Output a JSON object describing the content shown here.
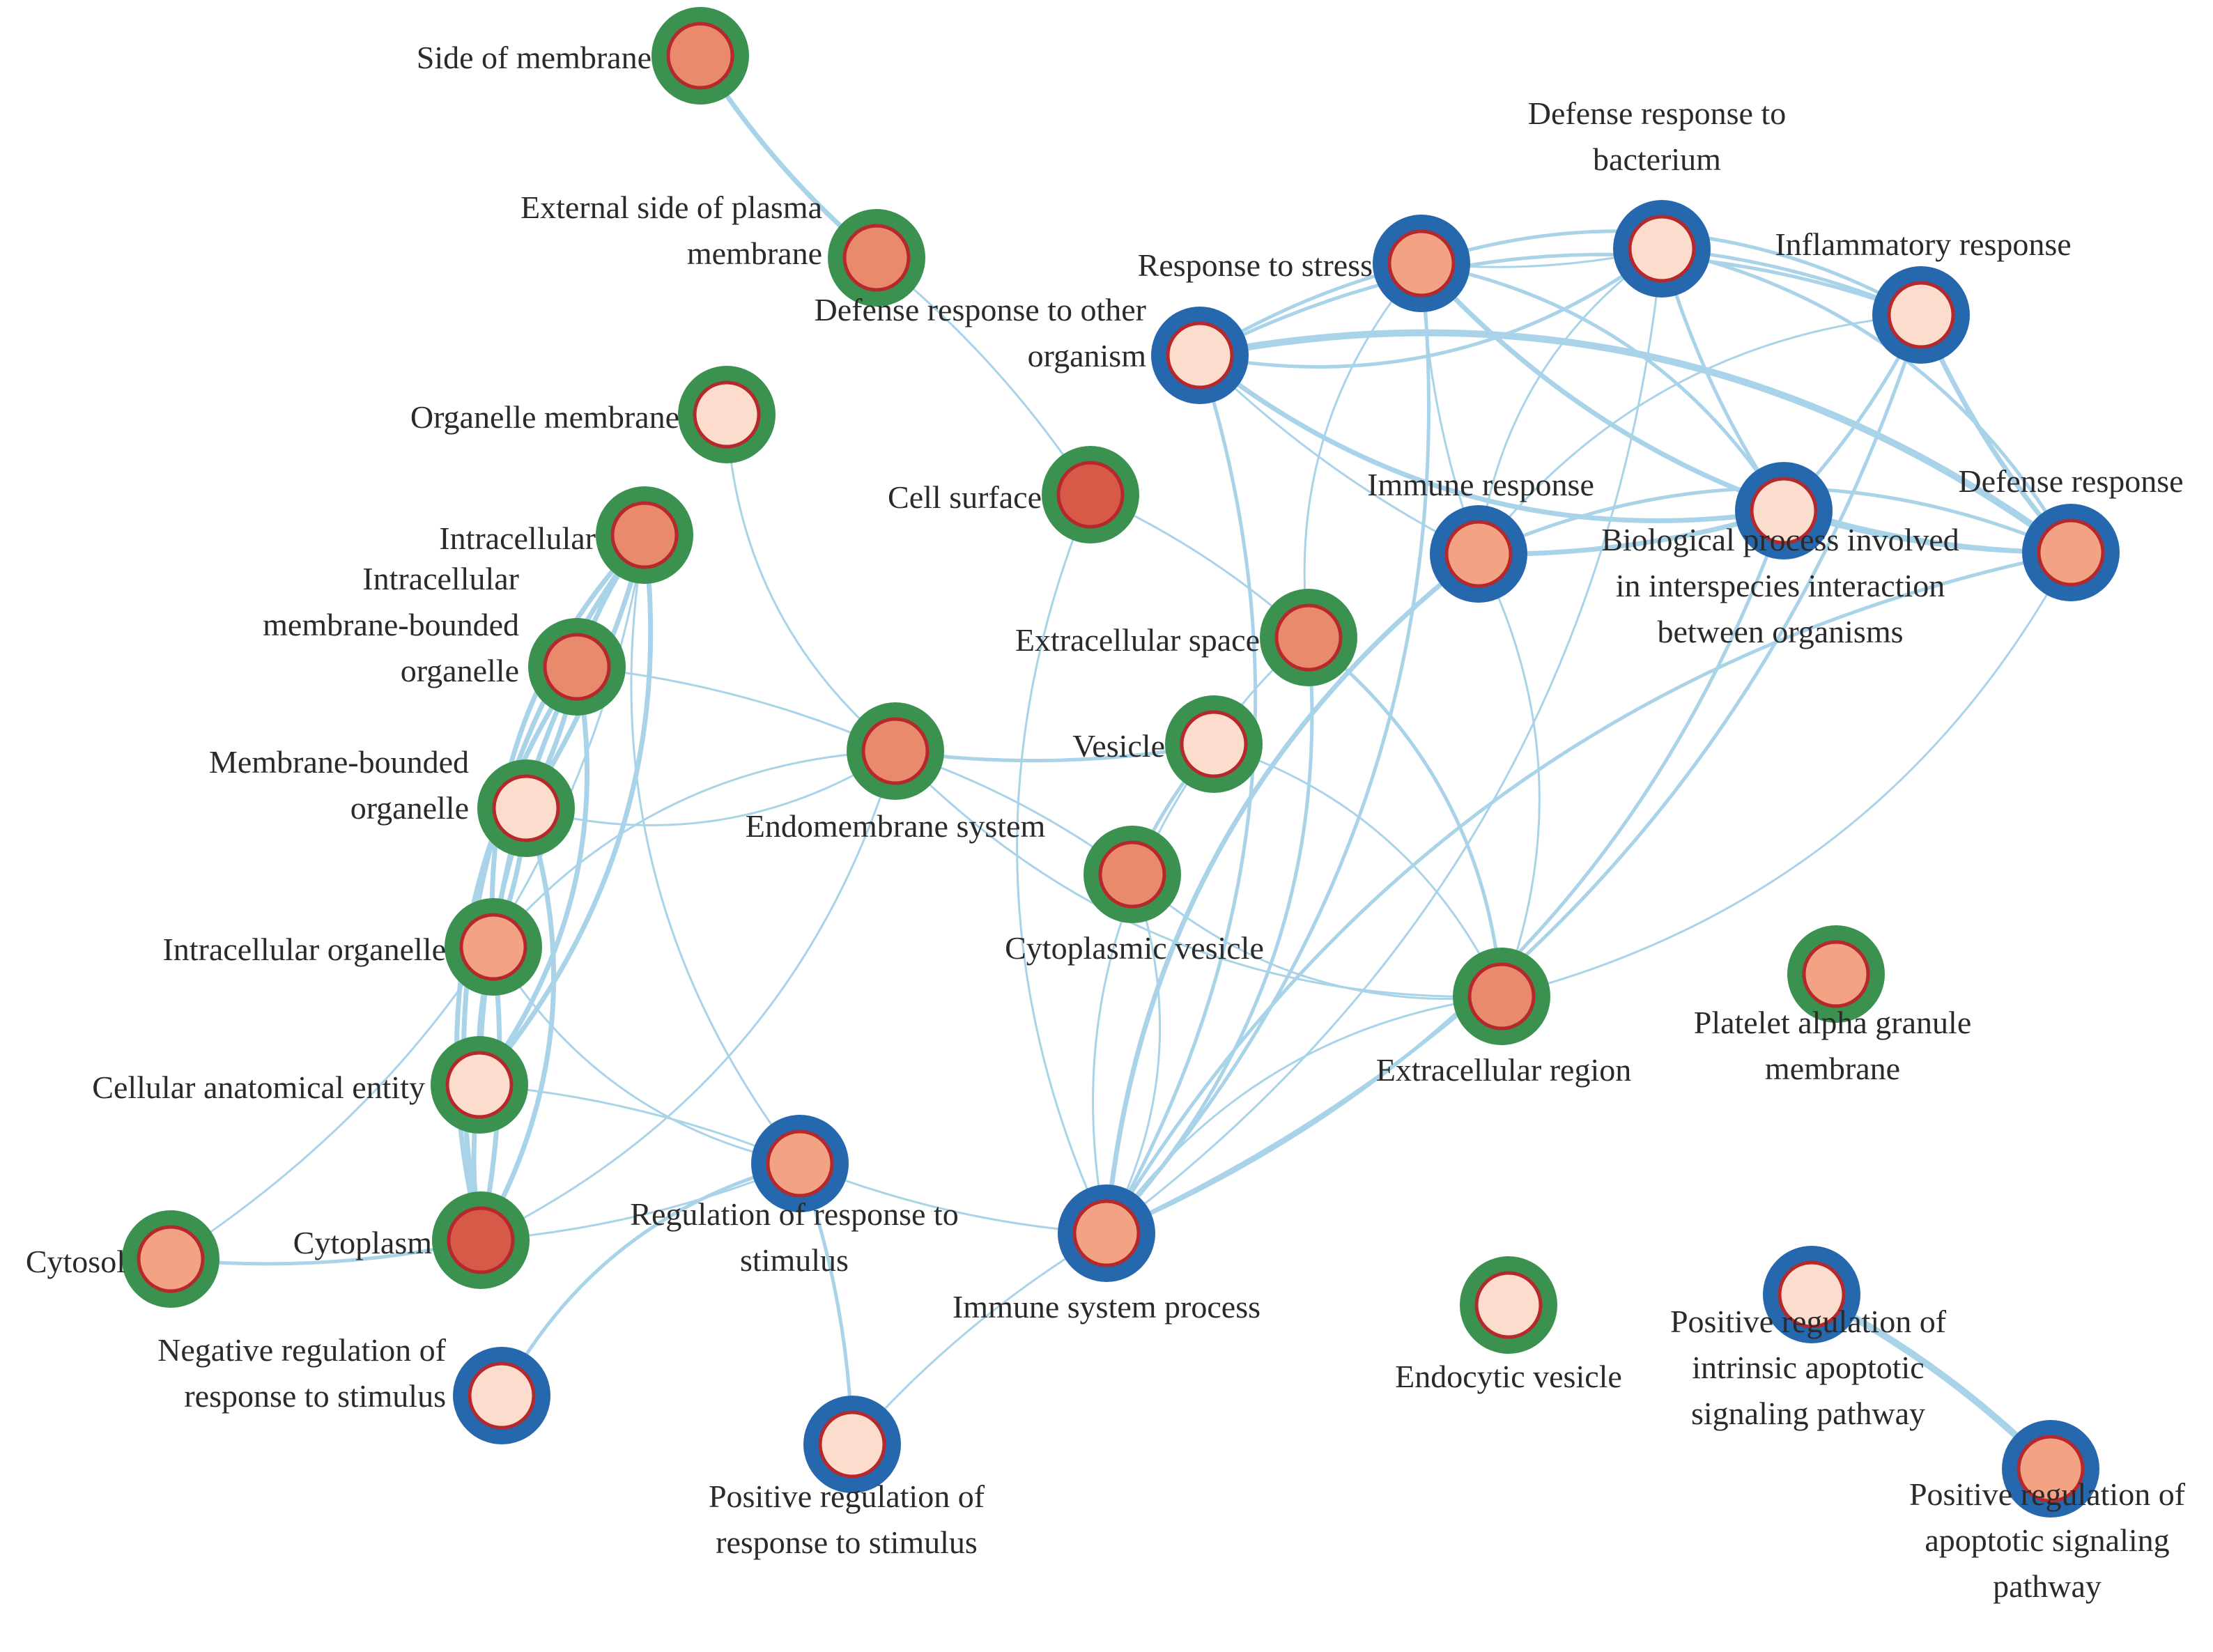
{
  "colors": {
    "edge": "#a9d3e8",
    "ring_component": "#3a9150",
    "ring_process": "#2668ad",
    "core_border": "#b5282c",
    "fill_levels": [
      "#fcdccd",
      "#f3a383",
      "#e98a6c",
      "#d75a48"
    ]
  },
  "nodes": [
    {
      "id": "side_membrane",
      "lines": [
        "Side of membrane"
      ],
      "ring": "component",
      "fill": 2
    },
    {
      "id": "ext_side_plasma",
      "lines": [
        "External side of plasma",
        "membrane"
      ],
      "ring": "component",
      "fill": 2
    },
    {
      "id": "organelle_membrane",
      "lines": [
        "Organelle membrane"
      ],
      "ring": "component",
      "fill": 0
    },
    {
      "id": "intracellular",
      "lines": [
        "Intracellular"
      ],
      "ring": "component",
      "fill": 2
    },
    {
      "id": "intra_mem_bound",
      "lines": [
        "Intracellular",
        "membrane-bounded",
        "organelle"
      ],
      "ring": "component",
      "fill": 2
    },
    {
      "id": "membrane_bounded",
      "lines": [
        "Membrane-bounded",
        "organelle"
      ],
      "ring": "component",
      "fill": 0
    },
    {
      "id": "intra_organelle",
      "lines": [
        "Intracellular organelle"
      ],
      "ring": "component",
      "fill": 1
    },
    {
      "id": "cell_anat",
      "lines": [
        "Cellular anatomical entity"
      ],
      "ring": "component",
      "fill": 0
    },
    {
      "id": "cytoplasm",
      "lines": [
        "Cytoplasm"
      ],
      "ring": "component",
      "fill": 3
    },
    {
      "id": "cytosol",
      "lines": [
        "Cytosol"
      ],
      "ring": "component",
      "fill": 1
    },
    {
      "id": "neg_reg",
      "lines": [
        "Negative regulation of",
        "response to stimulus"
      ],
      "ring": "process",
      "fill": 0
    },
    {
      "id": "reg_resp",
      "lines": [
        "Regulation of response to",
        "stimulus"
      ],
      "ring": "process",
      "fill": 1
    },
    {
      "id": "pos_reg_resp",
      "lines": [
        "Positive regulation of",
        "response to stimulus"
      ],
      "ring": "process",
      "fill": 0
    },
    {
      "id": "endomembrane",
      "lines": [
        "Endomembrane system"
      ],
      "ring": "component",
      "fill": 2
    },
    {
      "id": "cell_surface",
      "lines": [
        "Cell surface"
      ],
      "ring": "component",
      "fill": 3
    },
    {
      "id": "def_other",
      "lines": [
        "Defense response to other",
        "organism"
      ],
      "ring": "process",
      "fill": 0
    },
    {
      "id": "resp_stress",
      "lines": [
        "Response to stress"
      ],
      "ring": "process",
      "fill": 1
    },
    {
      "id": "def_bacterium",
      "lines": [
        "Defense response to",
        "bacterium"
      ],
      "ring": "process",
      "fill": 0
    },
    {
      "id": "inflammatory",
      "lines": [
        "Inflammatory response"
      ],
      "ring": "process",
      "fill": 0
    },
    {
      "id": "immune_resp",
      "lines": [
        "Immune response"
      ],
      "ring": "process",
      "fill": 1
    },
    {
      "id": "bio_interspecies",
      "lines": [
        "Biological process involved",
        "in interspecies interaction",
        "between organisms"
      ],
      "ring": "process",
      "fill": 0
    },
    {
      "id": "def_resp",
      "lines": [
        "Defense response"
      ],
      "ring": "process",
      "fill": 1
    },
    {
      "id": "extracellular_space",
      "lines": [
        "Extracellular space"
      ],
      "ring": "component",
      "fill": 2
    },
    {
      "id": "vesicle",
      "lines": [
        "Vesicle"
      ],
      "ring": "component",
      "fill": 0
    },
    {
      "id": "cyto_vesicle",
      "lines": [
        "Cytoplasmic vesicle"
      ],
      "ring": "component",
      "fill": 2
    },
    {
      "id": "extracellular_region",
      "lines": [
        "Extracellular region"
      ],
      "ring": "component",
      "fill": 2
    },
    {
      "id": "immune_sys",
      "lines": [
        "Immune system process"
      ],
      "ring": "process",
      "fill": 1
    },
    {
      "id": "platelet",
      "lines": [
        "Platelet alpha granule",
        "membrane"
      ],
      "ring": "component",
      "fill": 1
    },
    {
      "id": "endocytic",
      "lines": [
        "Endocytic vesicle"
      ],
      "ring": "component",
      "fill": 0
    },
    {
      "id": "pos_reg_intrinsic",
      "lines": [
        "Positive regulation of",
        "intrinsic apoptotic",
        "signaling pathway"
      ],
      "ring": "process",
      "fill": 0
    },
    {
      "id": "pos_reg_apoptotic",
      "lines": [
        "Positive regulation of",
        "apoptotic signaling",
        "pathway"
      ],
      "ring": "process",
      "fill": 1
    }
  ],
  "edges": [
    [
      "side_membrane",
      "ext_side_plasma",
      3
    ],
    [
      "ext_side_plasma",
      "cell_surface",
      1
    ],
    [
      "organelle_membrane",
      "endomembrane",
      1
    ],
    [
      "cell_surface",
      "extracellular_space",
      1
    ],
    [
      "cell_surface",
      "immune_sys",
      1
    ],
    [
      "pos_reg_intrinsic",
      "pos_reg_apoptotic",
      4
    ],
    [
      "intracellular",
      "intra_mem_bound",
      3
    ],
    [
      "intracellular",
      "membrane_bounded",
      3
    ],
    [
      "intracellular",
      "intra_organelle",
      3
    ],
    [
      "intracellular",
      "cell_anat",
      3
    ],
    [
      "intracellular",
      "cytoplasm",
      3
    ],
    [
      "intracellular",
      "cytosol",
      1
    ],
    [
      "intracellular",
      "reg_resp",
      1
    ],
    [
      "intra_mem_bound",
      "membrane_bounded",
      3
    ],
    [
      "intra_mem_bound",
      "intra_organelle",
      3
    ],
    [
      "intra_mem_bound",
      "cell_anat",
      3
    ],
    [
      "intra_mem_bound",
      "cytoplasm",
      3
    ],
    [
      "membrane_bounded",
      "intra_organelle",
      3
    ],
    [
      "membrane_bounded",
      "cell_anat",
      3
    ],
    [
      "membrane_bounded",
      "cytoplasm",
      3
    ],
    [
      "intra_organelle",
      "cell_anat",
      3
    ],
    [
      "intra_organelle",
      "cytoplasm",
      3
    ],
    [
      "cell_anat",
      "cytoplasm",
      3
    ],
    [
      "cytoplasm",
      "cytosol",
      2
    ],
    [
      "endomembrane",
      "intra_mem_bound",
      1
    ],
    [
      "endomembrane",
      "membrane_bounded",
      1
    ],
    [
      "endomembrane",
      "intra_organelle",
      1
    ],
    [
      "endomembrane",
      "cytoplasm",
      1
    ],
    [
      "endomembrane",
      "vesicle",
      2
    ],
    [
      "endomembrane",
      "cyto_vesicle",
      1
    ],
    [
      "endomembrane",
      "extracellular_region",
      1
    ],
    [
      "reg_resp",
      "intra_organelle",
      1
    ],
    [
      "reg_resp",
      "cell_anat",
      1
    ],
    [
      "reg_resp",
      "cytoplasm",
      1
    ],
    [
      "reg_resp",
      "neg_reg",
      2
    ],
    [
      "reg_resp",
      "pos_reg_resp",
      2
    ],
    [
      "reg_resp",
      "immune_sys",
      1
    ],
    [
      "pos_reg_resp",
      "immune_sys",
      1
    ],
    [
      "vesicle",
      "cyto_vesicle",
      2
    ],
    [
      "vesicle",
      "extracellular_region",
      1
    ],
    [
      "cyto_vesicle",
      "extracellular_region",
      1
    ],
    [
      "extracellular_space",
      "extracellular_region",
      2
    ],
    [
      "extracellular_space",
      "vesicle",
      1
    ],
    [
      "def_other",
      "resp_stress",
      2
    ],
    [
      "def_other",
      "def_bacterium",
      2
    ],
    [
      "def_other",
      "inflammatory",
      2
    ],
    [
      "def_other",
      "bio_interspecies",
      3
    ],
    [
      "def_other",
      "def_resp",
      4
    ],
    [
      "def_other",
      "immune_resp",
      1
    ],
    [
      "def_other",
      "immune_sys",
      2
    ],
    [
      "resp_stress",
      "def_bacterium",
      1
    ],
    [
      "resp_stress",
      "inflammatory",
      2
    ],
    [
      "resp_stress",
      "immune_resp",
      1
    ],
    [
      "resp_stress",
      "bio_interspecies",
      2
    ],
    [
      "resp_stress",
      "def_resp",
      3
    ],
    [
      "resp_stress",
      "immune_sys",
      2
    ],
    [
      "resp_stress",
      "extracellular_space",
      1
    ],
    [
      "def_bacterium",
      "inflammatory",
      2
    ],
    [
      "def_bacterium",
      "bio_interspecies",
      2
    ],
    [
      "def_bacterium",
      "def_resp",
      2
    ],
    [
      "def_bacterium",
      "immune_resp",
      1
    ],
    [
      "def_bacterium",
      "immune_sys",
      1
    ],
    [
      "inflammatory",
      "def_resp",
      3
    ],
    [
      "inflammatory",
      "bio_interspecies",
      2
    ],
    [
      "inflammatory",
      "immune_resp",
      1
    ],
    [
      "inflammatory",
      "immune_sys",
      2
    ],
    [
      "immune_resp",
      "bio_interspecies",
      3
    ],
    [
      "immune_resp",
      "def_resp",
      2
    ],
    [
      "immune_resp",
      "immune_sys",
      3
    ],
    [
      "immune_resp",
      "extracellular_region",
      1
    ],
    [
      "bio_interspecies",
      "def_resp",
      2
    ],
    [
      "bio_interspecies",
      "immune_sys",
      2
    ],
    [
      "def_resp",
      "immune_sys",
      2
    ],
    [
      "def_resp",
      "extracellular_region",
      1
    ],
    [
      "extracellular_region",
      "immune_sys",
      1
    ],
    [
      "extracellular_space",
      "immune_sys",
      2
    ],
    [
      "vesicle",
      "immune_sys",
      1
    ],
    [
      "cyto_vesicle",
      "immune_sys",
      1
    ]
  ]
}
